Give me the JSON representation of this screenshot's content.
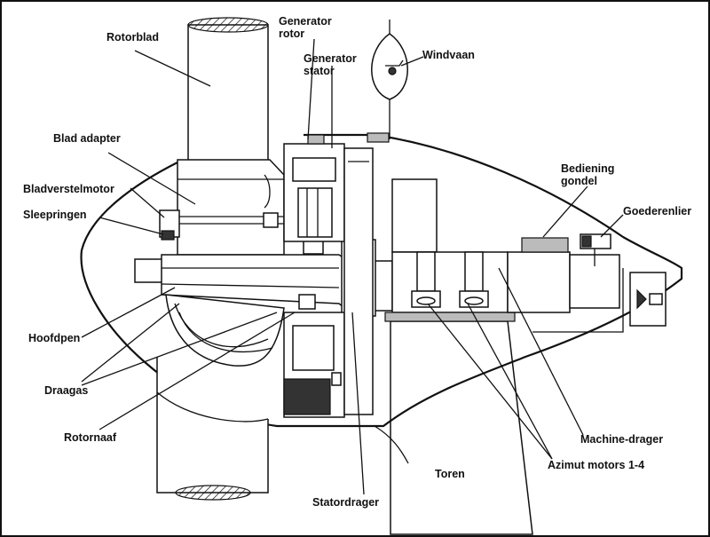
{
  "labels": {
    "rotorblad": "Rotorblad",
    "generator_rotor_1": "Generator",
    "generator_rotor_2": "rotor",
    "generator_stator_1": "Generator",
    "generator_stator_2": "stator",
    "windvaan": "Windvaan",
    "blad_adapter": "Blad adapter",
    "bladverstelmotor": "Bladverstelmotor",
    "sleepringen": "Sleepringen",
    "bediening_1": "Bediening",
    "bediening_2": "gondel",
    "goederenlier": "Goederenlier",
    "hoofdpen": "Hoofdpen",
    "draagas": "Draagas",
    "rotornaaf": "Rotornaaf",
    "machine_drager": "Machine-drager",
    "azimut_motors": "Azimut motors 1-4",
    "toren": "Toren",
    "statordrager": "Statordrager"
  }
}
